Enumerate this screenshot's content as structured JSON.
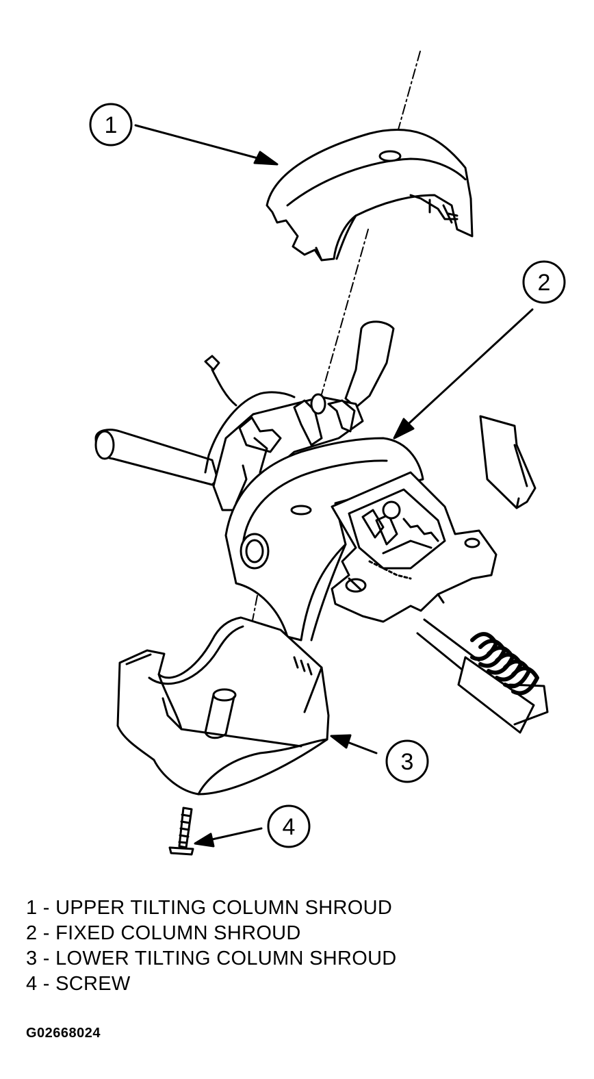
{
  "callouts": [
    "1",
    "2",
    "3",
    "4"
  ],
  "legend": [
    "1 - UPPER TILTING COLUMN SHROUD",
    "2 - FIXED COLUMN SHROUD",
    "3 - LOWER TILTING COLUMN SHROUD",
    "4 - SCREW"
  ],
  "figure_id": "G02668024"
}
